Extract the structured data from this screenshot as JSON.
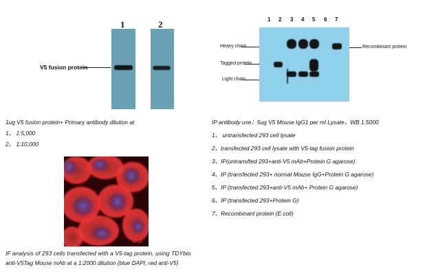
{
  "blot1": {
    "lane_labels": [
      "1",
      "2"
    ],
    "band_label": "V5 fusion protein",
    "caption_lines": [
      "1ug V5 fusion protein+ Primary antibody dilution at",
      "1、 1:5,000",
      "2、 1:10,000"
    ]
  },
  "blot2": {
    "lane_labels": [
      "1",
      "2",
      "3",
      "4",
      "5",
      "6",
      "7"
    ],
    "left_labels": [
      "Heavy chain",
      "Tagged protein",
      "Light chain"
    ],
    "right_label": "Recombinant protein",
    "caption_lines": [
      "IP antibody use：5ug V5 Mouse IgG1 per ml Lysate，WB 1:5000",
      "1、 untransfected 293 cell lysate",
      "2、transfected 293 cell lysate with V5-tag fusion protein",
      "3、IP(untransfted 293+anti-V5 mAb+Protein G agarose)",
      "4、IP (transfected 293+ normal Mouse IgG+Protein G agarose)",
      "5、IP (transfected 293+anti-V5 mAb+ Protein G agarose)",
      "6、IP (transfected 293+Protein G)",
      "7、Recombinant protein (E.coli)"
    ]
  },
  "if_image": {
    "overlay_label": "V5",
    "caption_lines": [
      "IF analysis of 293 cells transfected with a V5-tag protein, using TDYbio",
      "anti-V5Tag Mouse mAb at a 1:2000 dilution (blue DAPI, red anti-V5)"
    ]
  }
}
